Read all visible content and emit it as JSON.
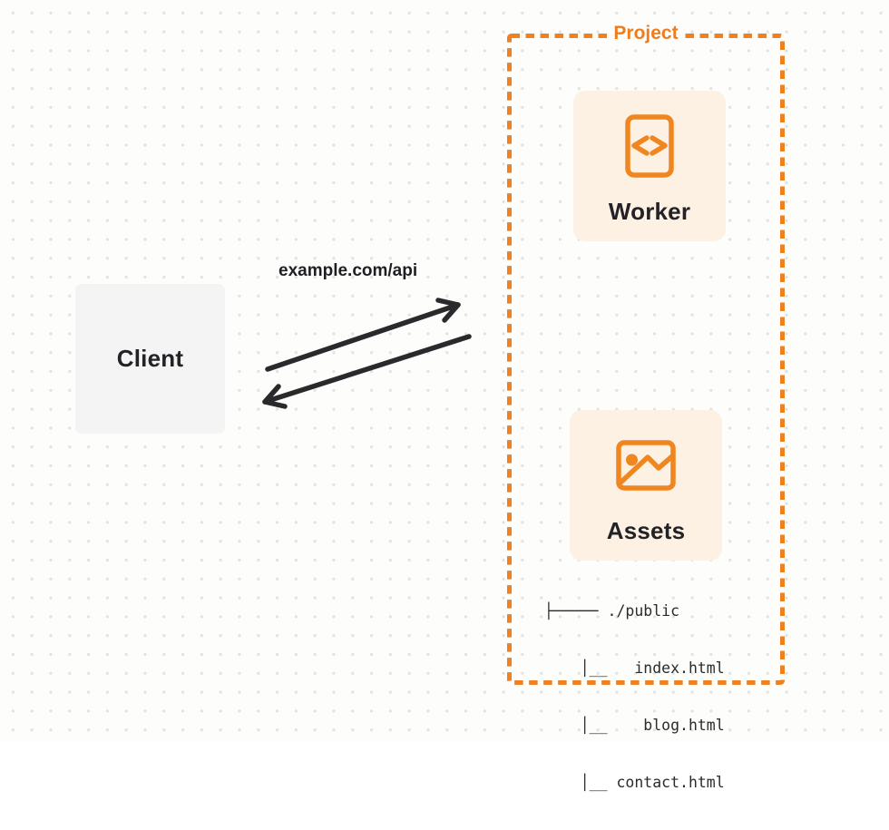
{
  "page": {
    "background_color": "#fdfdfc",
    "dot_grid_color": "#e4e2df"
  },
  "colors": {
    "orange_border": "#ee8121",
    "orange_icon": "#f0861f",
    "orange_text": "#ee7d1d",
    "card_background": "#fdf1e3",
    "client_background": "#f4f4f5",
    "ink": "#2a2a2d"
  },
  "client": {
    "label": "Client"
  },
  "request": {
    "label": "example.com/api",
    "request_arrow": "arrow-to-project",
    "response_arrow": "arrow-to-client"
  },
  "project": {
    "label": "Project",
    "worker": {
      "label": "Worker",
      "icon": "code-file-icon"
    },
    "assets": {
      "label": "Assets",
      "icon": "image-icon"
    },
    "file_tree": {
      "lines": [
        "├───── ./public",
        "    │__   index.html",
        "    │__    blog.html",
        "    │__ contact.html"
      ]
    }
  }
}
